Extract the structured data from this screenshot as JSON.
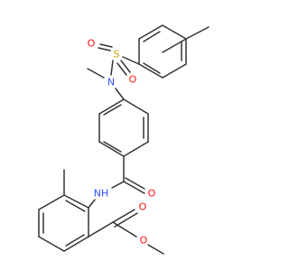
{
  "colors": {
    "bond": "#333333",
    "oxygen": "#ff0d0d",
    "nitrogen": "#3050f8",
    "sulfur": "#c8a000",
    "background": "#ffffff"
  },
  "molecule": {
    "atoms": {
      "s": "S",
      "o_sulfonyl_left": "O",
      "o_sulfonyl_bottom": "O",
      "n_sulfonamide": "N",
      "nh_amide": "NH",
      "o_amide": "O",
      "o_ester_carbonyl": "O",
      "o_ester": "O"
    }
  }
}
